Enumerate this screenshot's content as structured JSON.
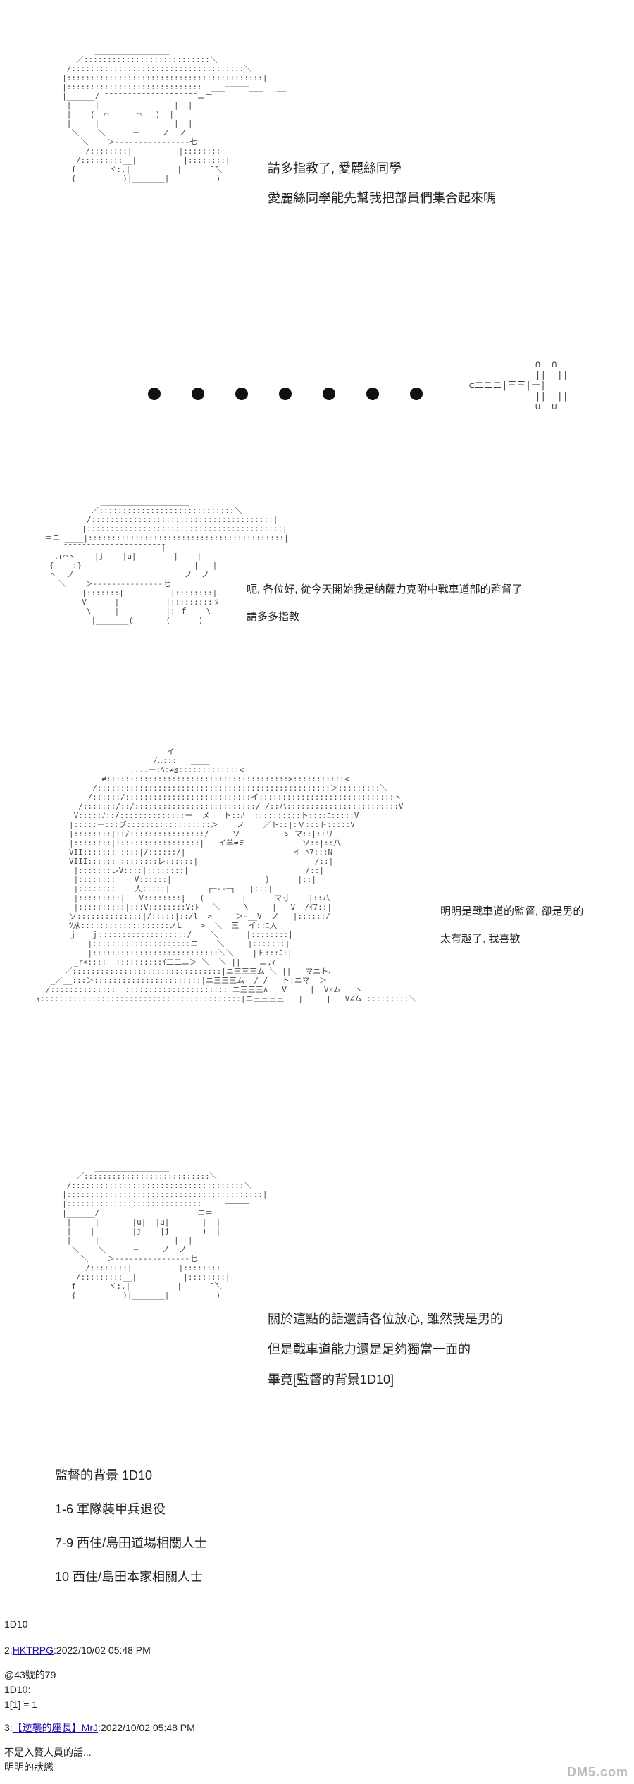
{
  "panel1": {
    "lines": [
      "請多指教了, 愛麗絲同學",
      "愛麗絲同學能先幫我把部員們集合起來嗎"
    ]
  },
  "panel2": {
    "lines": [
      "呃, 各位好, 從今天開始我是納薩力克附中戰車道部的監督了",
      "請多多指教"
    ]
  },
  "panel3": {
    "lines": [
      "明明是戰車道的監督, 卻是男的",
      "太有趣了, 我喜歡"
    ]
  },
  "panel4": {
    "lines": [
      "關於這點的話還請各位放心, 雖然我是男的",
      "但是戰車道能力還是足夠獨當一面的",
      "畢竟[監督的背景1D10]"
    ]
  },
  "roll_table": {
    "title": "監督的背景 1D10",
    "items": [
      "1-6 軍隊裝甲兵退役",
      "7-9 西住/島田道場相關人士",
      "10 西住/島田本家相關人士"
    ]
  },
  "thread": {
    "top_line": "1D10",
    "post2": {
      "num": "2:",
      "name": "HKTRPG",
      "time": ":2022/10/02 05:48 PM"
    },
    "post2_body": [
      "@43號的79",
      "1D10:",
      "1[1] = 1"
    ],
    "post3": {
      "num": "3:",
      "name": "【逆襲的座長】MrJ",
      "time": ":2022/10/02 05:48 PM"
    },
    "post3_body": [
      "不是入贅人員的話...",
      "明明的狀態"
    ]
  },
  "watermark": "DM5.com"
}
